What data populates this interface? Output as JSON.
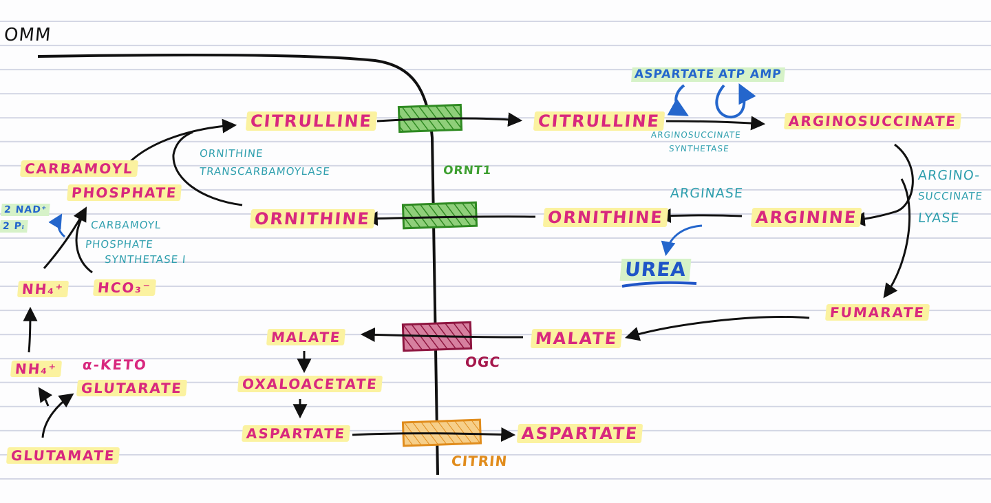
{
  "membrane": {
    "label": "OMM"
  },
  "mito_side": {
    "carbamoyl_phosphate_line1": "CARBAMOYL",
    "carbamoyl_phosphate_line2": "PHOSPHATE",
    "cps_enzyme_line1": "CARBAMOYL",
    "cps_enzyme_line2": "PHOSPHATE",
    "cps_enzyme_line3": "SYNTHETASE I",
    "cofactor_line1": "2 NAD⁺",
    "cofactor_line2": "2 Pᵢ",
    "nh4_upper": "NH₄⁺",
    "hco3": "HCO₃⁻",
    "nh4_lower": "NH₄⁺",
    "akg_line1": "α-KETO",
    "akg_line2": "GLUTARATE",
    "glutamate": "GLUTAMATE",
    "otc_enzyme_line1": "ORNITHINE",
    "otc_enzyme_line2": "TRANSCARBAMOYLASE",
    "citrulline": "CITRULLINE",
    "ornithine": "ORNITHINE",
    "malate": "MALATE",
    "oxaloacetate": "OXALOACETATE",
    "aspartate": "ASPARTATE"
  },
  "transporters": {
    "ornt1": "ORNT1",
    "ogc": "OGC",
    "citrin": "CITRIN"
  },
  "cyto_side": {
    "citrulline": "CITRULLINE",
    "aspartate_in": "ASPARTATE",
    "atp": "ATP",
    "amp": "AMP",
    "ass_enzyme_line1": "ARGINOSUCCINATE",
    "ass_enzyme_line2": "SYNTHETASE",
    "argininosuccinate": "ARGINOSUCCINATE",
    "asl_enzyme_line1": "ARGINO-",
    "asl_enzyme_line2": "SUCCINATE",
    "asl_enzyme_line3": "LYASE",
    "arginine": "ARGININE",
    "arginase": "ARGINASE",
    "ornithine": "ORNITHINE",
    "urea": "UREA",
    "fumarate": "FUMARATE",
    "malate": "MALATE",
    "aspartate": "ASPARTATE"
  },
  "colors": {
    "product": "#d8287e",
    "highlight": "#fbf2a0",
    "enzyme": "#2f9fae",
    "cofactor": "#2466cc",
    "ornt1": "#3fa032",
    "ogc": "#a5174b",
    "citrin": "#e18c1c"
  }
}
